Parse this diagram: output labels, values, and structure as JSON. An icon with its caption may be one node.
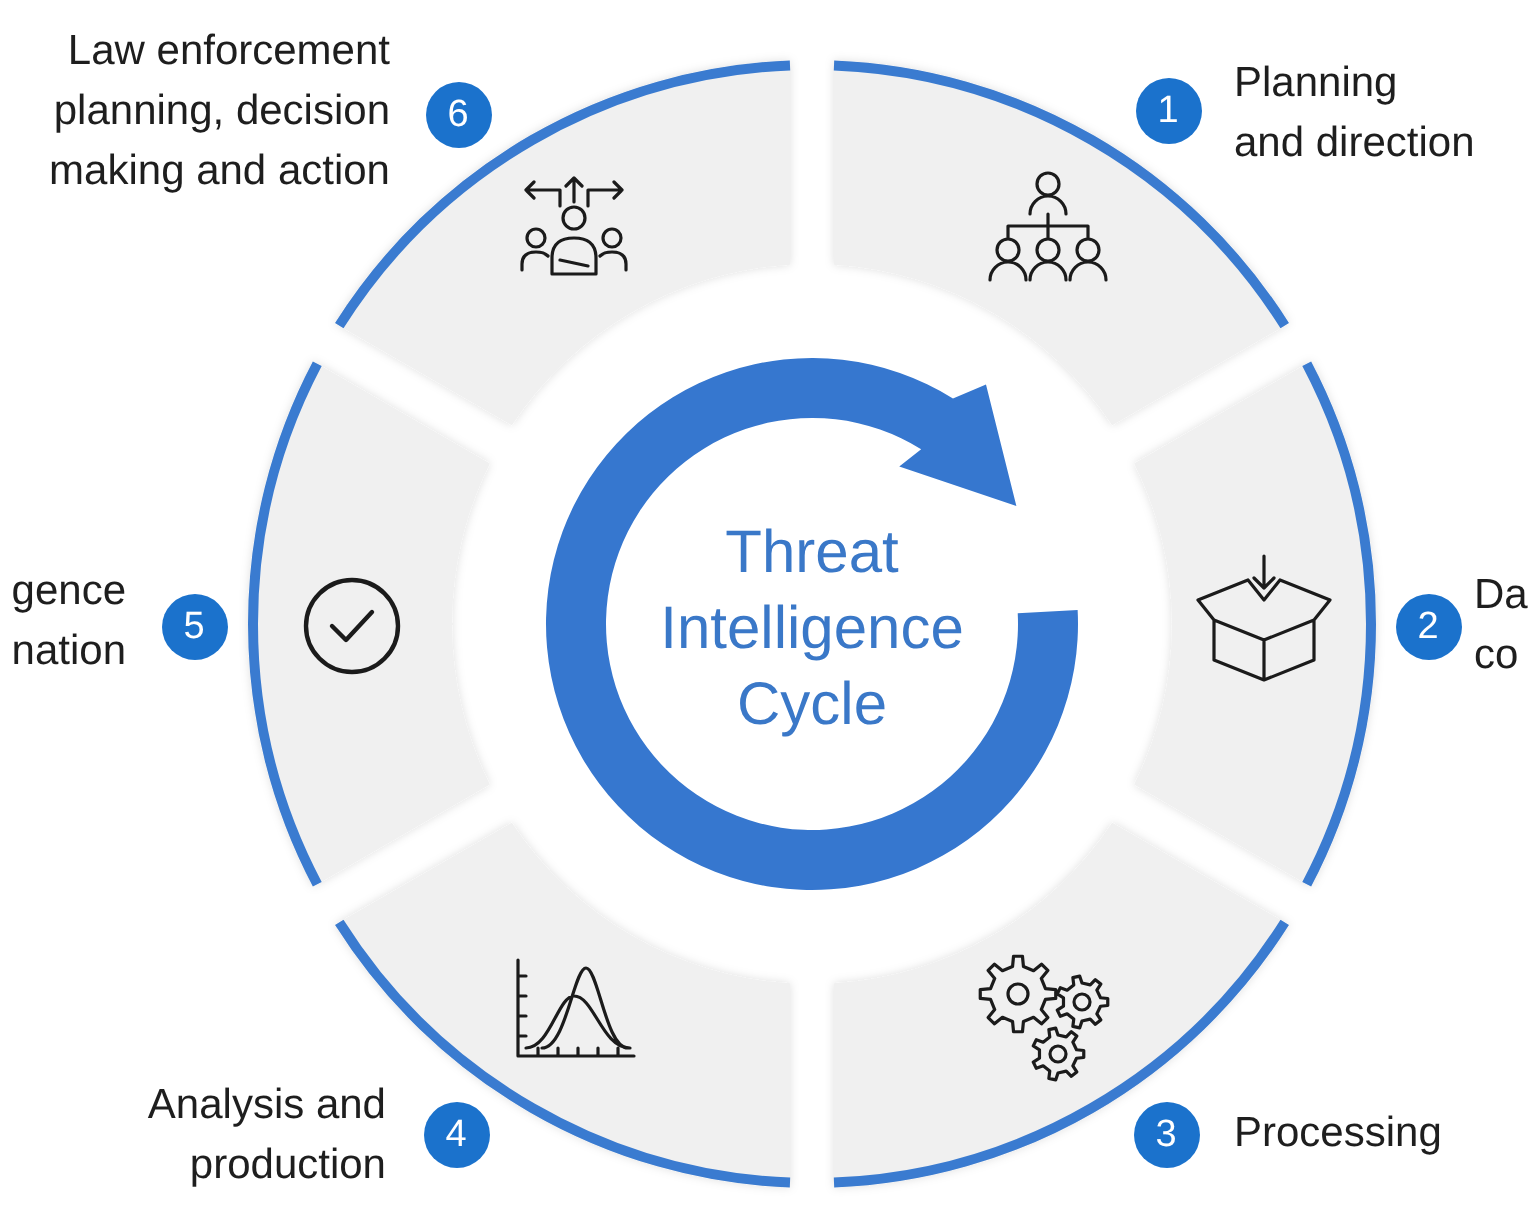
{
  "diagram": {
    "title": "Threat Intelligence Cycle",
    "nodes": [
      {
        "text": [
          "1"
        ],
        "beside": [
          "Planning and direction"
        ]
      },
      {
        "text": [
          "2"
        ],
        "beside": [
          "Da co"
        ]
      },
      {
        "text": [
          "3"
        ],
        "beside": [
          "Processing"
        ]
      },
      {
        "text": [
          "4"
        ],
        "beside": [
          "Analysis and production"
        ]
      },
      {
        "text": [
          "5"
        ],
        "beside": [
          "gence nation"
        ]
      },
      {
        "text": [
          "6"
        ],
        "beside": [
          "Law enforcement planning, decision making and action"
        ]
      }
    ]
  }
}
